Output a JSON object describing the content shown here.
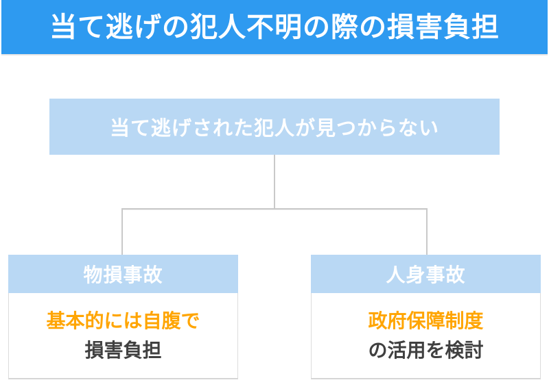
{
  "title": "当て逃げの犯人不明の際の損害負担",
  "root_box": {
    "label": "当て逃げされた犯人が見つからない"
  },
  "branches": [
    {
      "header": "物損事故",
      "highlight": "基本的には自腹で",
      "normal": "損害負担"
    },
    {
      "header": "人身事故",
      "highlight": "政府保障制度",
      "normal": "の活用を検討"
    }
  ],
  "colors": {
    "accent_blue": "#2e9af0",
    "pale_blue": "#b9d8f4",
    "highlight_orange": "#ffa502",
    "text_dark": "#404040",
    "connector_gray": "#c9c9c9",
    "card_border": "#dcdcdc"
  }
}
